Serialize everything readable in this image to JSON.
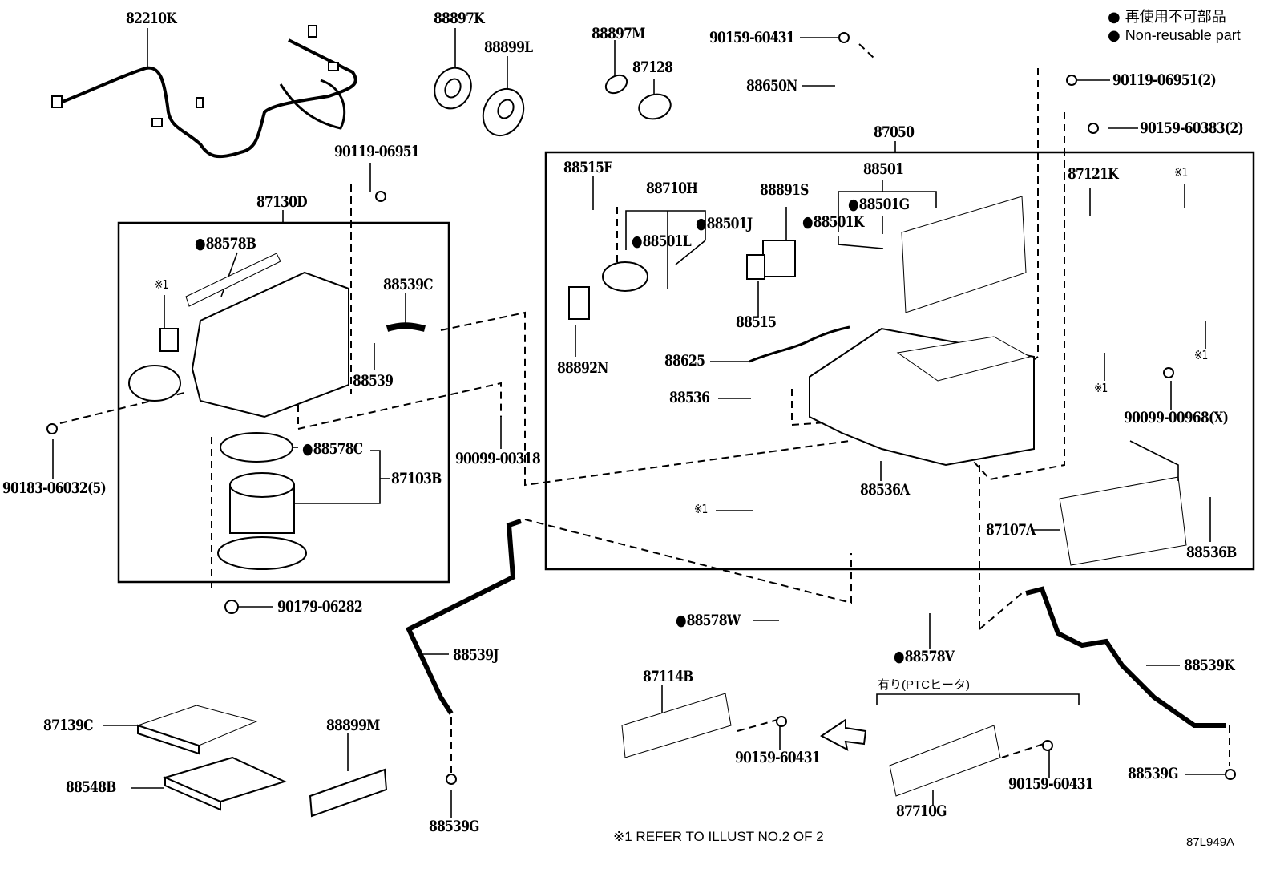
{
  "legend": {
    "bullet": "●",
    "line1": "再使用不可部品",
    "line2": "Non-reusable part"
  },
  "groups": {
    "blower_unit": "87130D",
    "heater_unit": "87050",
    "evaporator_set": "88501",
    "damper_set": "88710H",
    "blower_motor": "87103B",
    "ptc_option": "有り(PTCヒータ)"
  },
  "parts": {
    "p82210K": "82210K",
    "p88897K": "88897K",
    "p88899L": "88899L",
    "p88897M": "88897M",
    "p87128": "87128",
    "p90159_60431_top": "90159-60431",
    "p88650N": "88650N",
    "p90119_06951_2": "90119-06951(2)",
    "p90159_60383_2": "90159-60383(2)",
    "p90119_06951": "90119-06951",
    "p88578B": "88578B",
    "ref1_a": "※1",
    "p88539C": "88539C",
    "p88539": "88539",
    "p90183_06032_5": "90183-06032(5)",
    "p88578C": "88578C",
    "p90099_00318": "90099-00318",
    "p90179_06282": "90179-06282",
    "p88515F": "88515F",
    "p88501J": "88501J",
    "p88501L": "88501L",
    "p88891S": "88891S",
    "p88501G": "88501G",
    "p88501K": "88501K",
    "p88515": "88515",
    "p88892N": "88892N",
    "p88625": "88625",
    "p88536": "88536",
    "p88536A": "88536A",
    "ref1_b": "※1",
    "p87121K": "87121K",
    "ref1_c": "※1",
    "ref1_d": "※1",
    "ref1_e": "※1",
    "p90099_00968_X": "90099-00968(X)",
    "p87107A": "87107A",
    "p88536B": "88536B",
    "p88578W": "88578W",
    "p88578V": "88578V",
    "p88539J": "88539J",
    "p88539K": "88539K",
    "p87114B": "87114B",
    "p90159_60431_a": "90159-60431",
    "p90159_60431_b": "90159-60431",
    "p87710G": "87710G",
    "p88539G_a": "88539G",
    "p88539G_b": "88539G",
    "p87139C": "87139C",
    "p88548B": "88548B",
    "p88899M": "88899M"
  },
  "footnote": "※1 REFER TO ILLUST NO.2 OF 2",
  "illustration_id": "87L949A"
}
